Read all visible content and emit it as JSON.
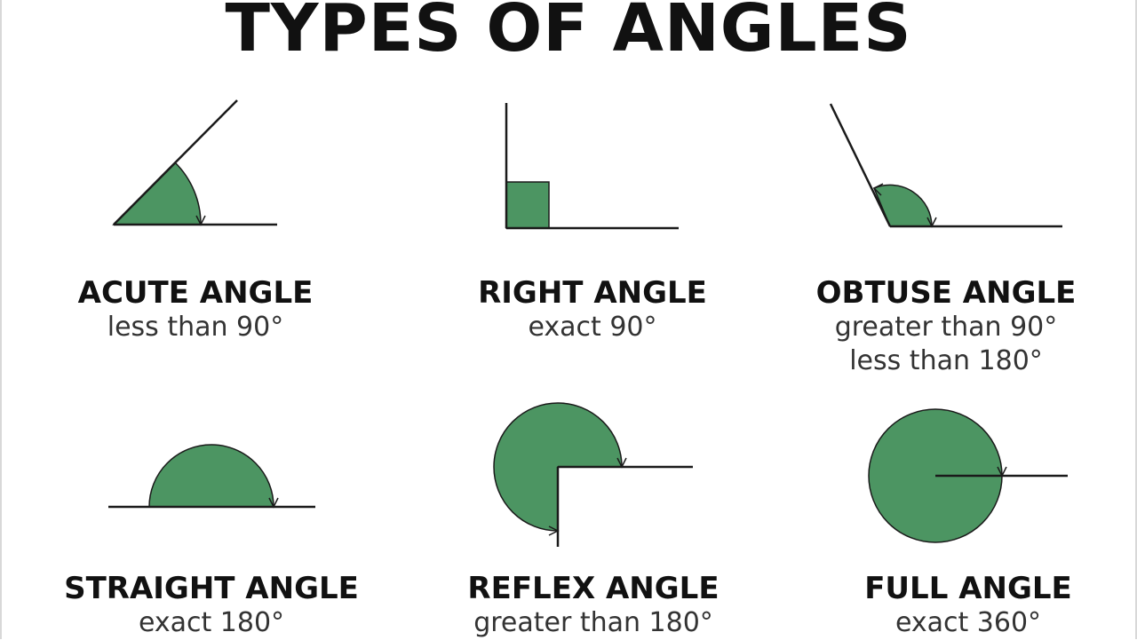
{
  "title": "TYPES OF ANGLES",
  "colors": {
    "fill": "#4c9562",
    "stroke": "#1a1a1a",
    "text": "#111111"
  },
  "angles": [
    {
      "name": "ACUTE ANGLE",
      "desc": [
        "less than 90°"
      ]
    },
    {
      "name": "RIGHT ANGLE",
      "desc": [
        "exact 90°"
      ]
    },
    {
      "name": "OBTUSE ANGLE",
      "desc": [
        "greater than 90°",
        "less than 180°"
      ]
    },
    {
      "name": "STRAIGHT ANGLE",
      "desc": [
        "exact 180°"
      ]
    },
    {
      "name": "REFLEX ANGLE",
      "desc": [
        "greater than 180°"
      ]
    },
    {
      "name": "FULL ANGLE",
      "desc": [
        "exact 360°"
      ]
    }
  ]
}
